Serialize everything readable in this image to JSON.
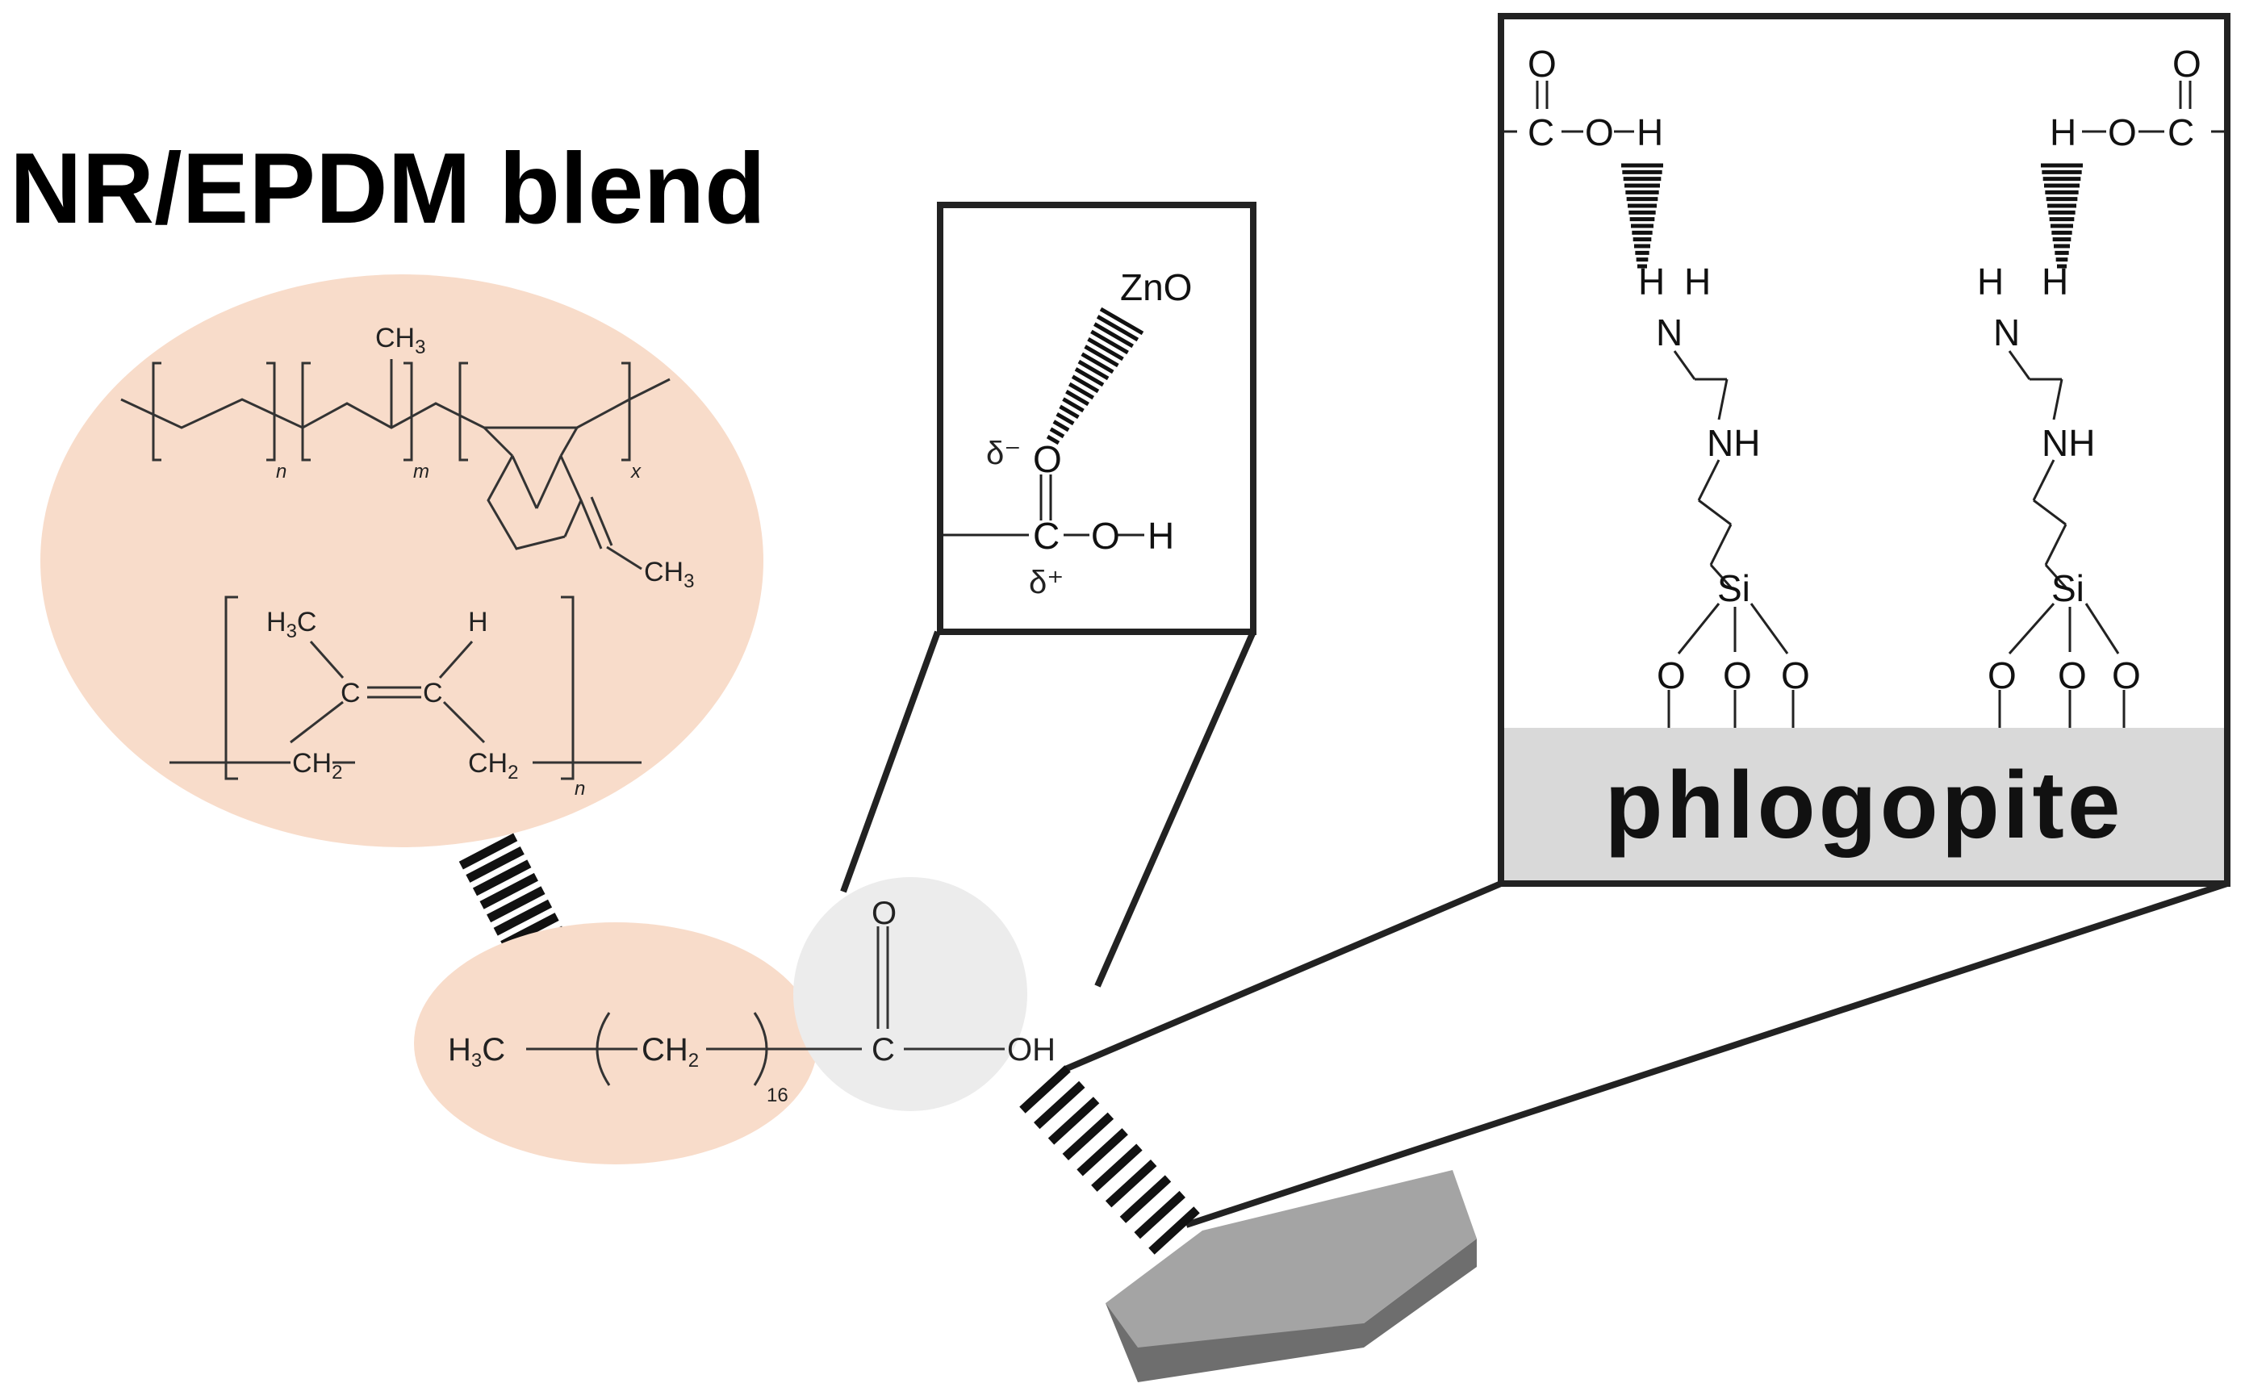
{
  "title": "NR/EPDM blend",
  "phlogopite_label": "phlogopite",
  "colors": {
    "blend_fill": "#f8dcca",
    "acid_fill": "#ececec",
    "phlogopite_fill": "#d9d9d9",
    "flake_top": "#a4a4a4",
    "flake_side": "#6e6e6e",
    "line": "#222222"
  },
  "epdm": {
    "methyl": "CH",
    "methyl_sub": "3",
    "sub_n": "n",
    "sub_m": "m",
    "sub_x": "x",
    "ethylidene": "CH",
    "ethylidene_sub": "3"
  },
  "nr": {
    "h3c": "H",
    "h3c_sub": "3",
    "h3c_c": "C",
    "h": "H",
    "c_left": "C",
    "c_right": "C",
    "ch2": "CH",
    "ch2_sub": "2",
    "sub_n": "n"
  },
  "stearic": {
    "h3c": "H",
    "h3c_sub": "3",
    "h3c_c": "C",
    "ch2": "CH",
    "ch2_sub": "2",
    "repeat": "16",
    "carbon": "C",
    "oxygen": "O",
    "oh": "OH"
  },
  "zno_box": {
    "zno": "ZnO",
    "delta_minus": "δ⁻",
    "oxygen": "O",
    "carbon": "C",
    "o": "O",
    "h": "H",
    "delta_plus": "δ⁺"
  },
  "silane_box": {
    "o": "O",
    "c": "C",
    "h": "H",
    "n": "N",
    "nh": "NH",
    "si": "Si"
  }
}
